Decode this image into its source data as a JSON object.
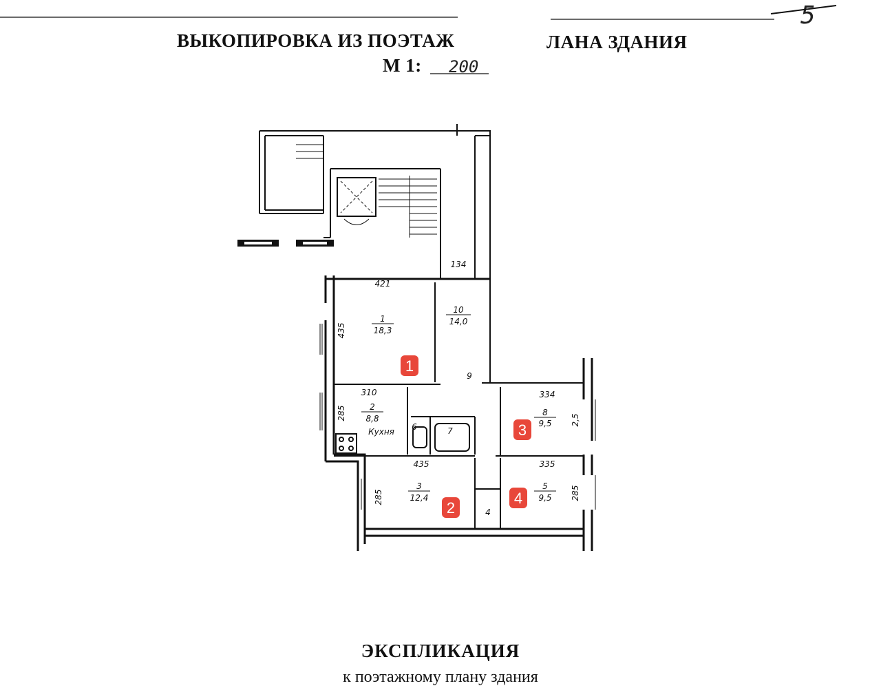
{
  "header": {
    "title_left": "ВЫКОПИРОВКА ИЗ ПОЭТАЖ",
    "title_right": "ЛАНА ЗДАНИЯ",
    "scale_label": "М 1:",
    "scale_value": "200",
    "sheet_mark": "5"
  },
  "rooms": [
    {
      "num": "1",
      "area": "18,3"
    },
    {
      "num": "2",
      "area": "8,8",
      "name": "Кухня"
    },
    {
      "num": "3",
      "area": "12,4"
    },
    {
      "num": "4"
    },
    {
      "num": "5",
      "area": "9,5"
    },
    {
      "num": "6"
    },
    {
      "num": "7"
    },
    {
      "num": "8",
      "area": "9,5"
    },
    {
      "num": "9"
    },
    {
      "num": "10",
      "area": "14,0"
    }
  ],
  "dimensions": {
    "d421": "421",
    "d435_room1": "435",
    "d310": "310",
    "d285_kitchen": "285",
    "d435_room3": "435",
    "d285_room3": "285",
    "d334": "334",
    "d335": "335",
    "d285_room5": "285",
    "d275_room8": "2,5",
    "d134": "134"
  },
  "markers": [
    {
      "label": "1"
    },
    {
      "label": "2"
    },
    {
      "label": "3"
    },
    {
      "label": "4"
    }
  ],
  "colors": {
    "marker": "#e8473a",
    "ink": "#111111"
  },
  "footer": {
    "title": "ЭКСПЛИКАЦИЯ",
    "subtitle": "к поэтажному плану здания"
  }
}
